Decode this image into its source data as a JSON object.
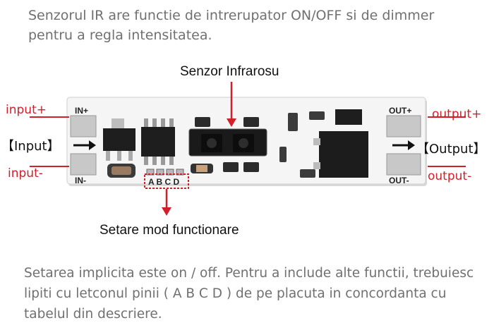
{
  "intro_text": "Senzorul IR are functie de intrerupator ON/OFF si de dimmer pentru a regla intensitatea.",
  "sensor_label": "Senzor Infrarosu",
  "mode_label": "Setare mod functionare",
  "input_plus_label": "input+",
  "input_minus_label": "input-",
  "input_label": "【Input】",
  "output_plus_label": "output+",
  "output_minus_label": "output-",
  "output_label": "【Output】",
  "board": {
    "in_plus": "IN+",
    "in_minus": "IN-",
    "out_plus": "OUT+",
    "out_minus": "OUT-",
    "pads": "A B C D"
  },
  "footer_text": "Setarea implicita este on / off. Pentru a include alte functii, trebuiesc lipiti cu letconul pinii ( A B C D ) de pe placuta in concordanta cu tabelul din descriere.",
  "colors": {
    "accent_red": "#d2202a",
    "text_gray": "#707070",
    "board": "#f4f4f4"
  }
}
